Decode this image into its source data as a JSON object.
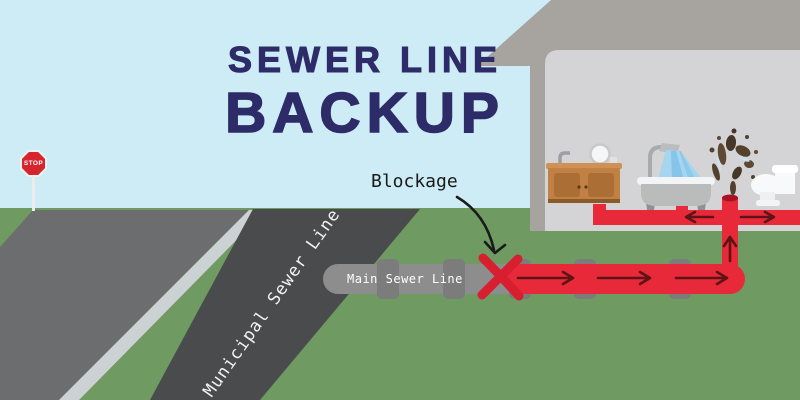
{
  "title": {
    "line1": "SEWER LINE",
    "line2": "BACKUP"
  },
  "labels": {
    "blockage": "Blockage",
    "main_line": "Main Sewer Line",
    "municipal_line": "Municipal Sewer Line",
    "stop_sign": "STOP"
  },
  "icons": {
    "stop_sign": "red-octagon-stop-sign",
    "blockage_marker": "hand-drawn-red-x",
    "blockage_arrow": "curved-black-arrow-pointing-down",
    "flow_arrows": "dark-red-directional-arrows-inside-pipes",
    "sewage_splash": "brown-splash-erupting-from-drain",
    "shower": "shower-head-with-water-stream",
    "bathtub": "clawfoot-bathtub",
    "toilet": "toilet-side-view",
    "vanity": "wood-sink-vanity-with-round-mirror"
  },
  "colors": {
    "sky": "#cdecf6",
    "grass": "#6f9a62",
    "road": "#6b6d6e",
    "curb_stripe": "#ccd1d4",
    "municipal_band": "#4a4b4d",
    "pipe_gray": "#8d8d8d",
    "flange_gray": "#7c7c7c",
    "pipe_red": "#e8293a",
    "pipe_red_dark_cap": "#a81323",
    "flow_arrow": "#5d1414",
    "blockage_x": "#d71f2f",
    "title_navy": "#2d2b68",
    "label_black": "#1a1a1a",
    "label_white": "#ffffff",
    "house_exterior": "#a7a39e",
    "house_interior": "#d4d3d5",
    "vanity_wood": "#c18144",
    "vanity_doors": "#ab6e35",
    "splash_brown": "#54412d",
    "water_blue": "#a5d5ef",
    "stop_sign_red": "#d6252d"
  }
}
